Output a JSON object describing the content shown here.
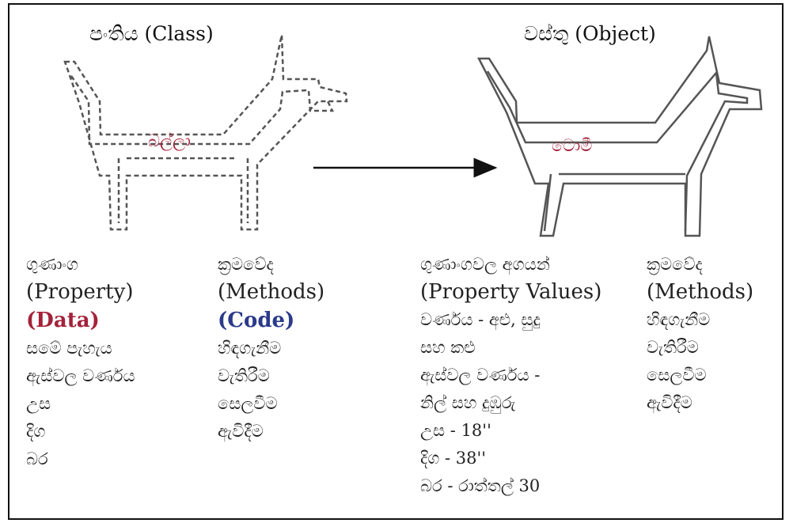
{
  "diagram": {
    "class_title": "පංතිය (Class)",
    "object_title": "වස්තු (Object)",
    "class_label": "බල්ලා",
    "object_label": "ටොමී",
    "colors": {
      "data_tag": "#a3223a",
      "code_tag": "#2b3a8a",
      "dog_label": "#a3223a"
    },
    "class_property": {
      "header_si": "ගුණාංග",
      "header_en": "(Property)",
      "tag": "(Data)",
      "items": [
        "සමේ පැහැය",
        "ඇස්වල වර්ණය",
        "උස",
        "දිග",
        "බර"
      ]
    },
    "class_methods": {
      "header_si": "ක්‍රමවේද",
      "header_en": "(Methods)",
      "tag": "(Code)",
      "items": [
        "හිඳගැනීම",
        "වැතිරීම",
        "සෙලවීම",
        "ඇවිදීම"
      ]
    },
    "object_values": {
      "header_si": "ගුණාංගවල අගයන්",
      "header_en": "(Property Values)",
      "items": [
        "වර්ණය - අළු, සුදු",
        "සහ කළු",
        "ඇස්වල වර්ණය -",
        "නිල් සහ දුඹුරු",
        "උස - 18''",
        "දිග - 38''",
        "බර - රාත්තල් 30"
      ]
    },
    "object_methods": {
      "header_si": "ක්‍රමවේද",
      "header_en": "(Methods)",
      "items": [
        "හිඳගැනීම",
        "වැතිරීම",
        "සෙලවීම",
        "ඇවිදීම"
      ]
    }
  }
}
